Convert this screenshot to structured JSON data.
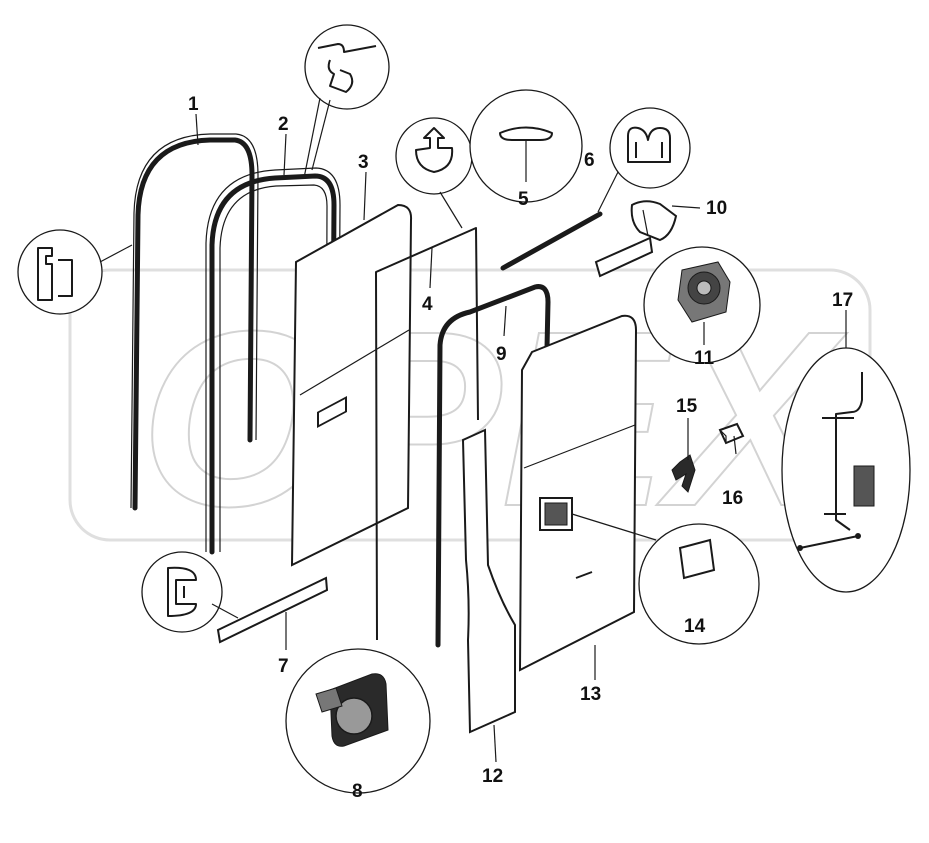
{
  "diagram": {
    "watermark_text": "OPEX",
    "parts": [
      {
        "id": "part-1",
        "label": "1"
      },
      {
        "id": "part-2",
        "label": "2"
      },
      {
        "id": "part-3",
        "label": "3"
      },
      {
        "id": "part-4",
        "label": "4"
      },
      {
        "id": "part-5",
        "label": "5"
      },
      {
        "id": "part-6",
        "label": "6"
      },
      {
        "id": "part-7",
        "label": "7"
      },
      {
        "id": "part-8",
        "label": "8"
      },
      {
        "id": "part-9",
        "label": "9"
      },
      {
        "id": "part-10",
        "label": "10"
      },
      {
        "id": "part-11",
        "label": "11"
      },
      {
        "id": "part-12",
        "label": "12"
      },
      {
        "id": "part-13",
        "label": "13"
      },
      {
        "id": "part-14",
        "label": "14"
      },
      {
        "id": "part-15",
        "label": "15"
      },
      {
        "id": "part-16",
        "label": "16"
      },
      {
        "id": "part-17",
        "label": "17"
      }
    ]
  }
}
